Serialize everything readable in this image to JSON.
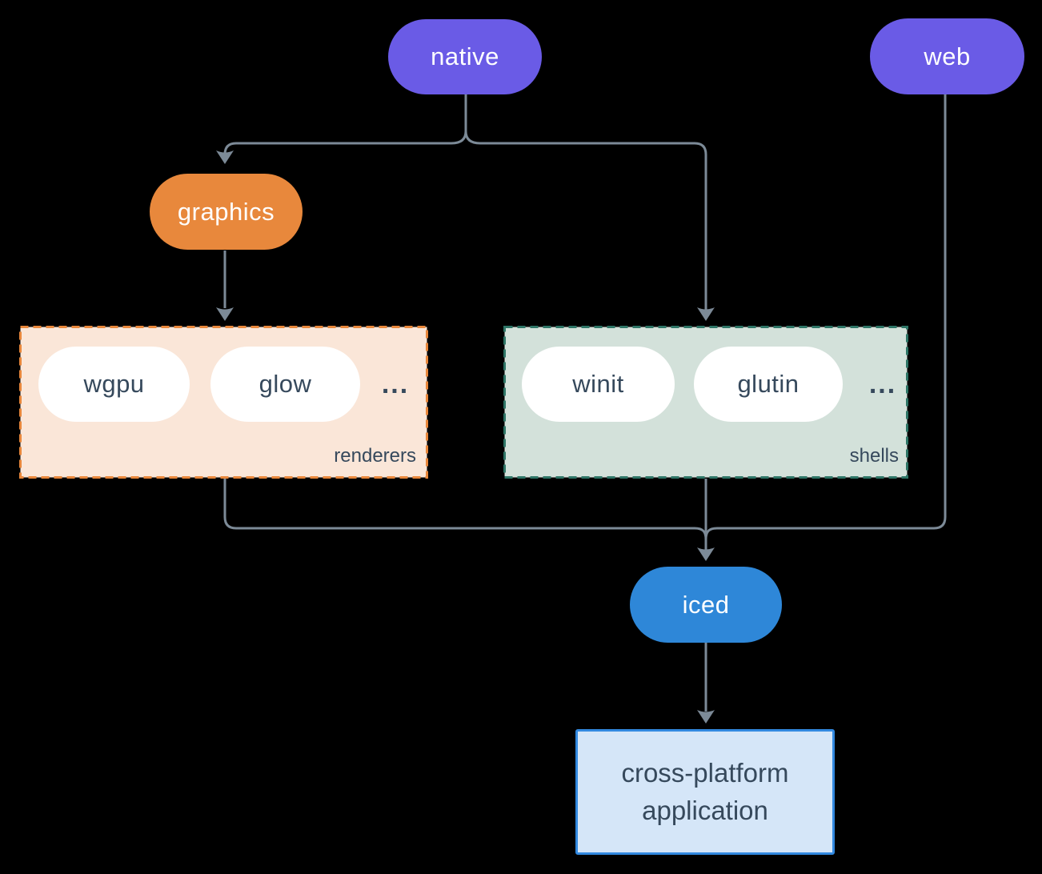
{
  "nodes": {
    "native": {
      "label": "native"
    },
    "web": {
      "label": "web"
    },
    "graphics": {
      "label": "graphics"
    },
    "wgpu": {
      "label": "wgpu"
    },
    "glow": {
      "label": "glow"
    },
    "winit": {
      "label": "winit"
    },
    "glutin": {
      "label": "glutin"
    },
    "iced": {
      "label": "iced"
    },
    "application": {
      "line1": "cross-platform",
      "line2": "application"
    }
  },
  "groups": {
    "renderers": {
      "label": "renderers",
      "more": "..."
    },
    "shells": {
      "label": "shells",
      "more": "..."
    }
  },
  "colors": {
    "background": "#000000",
    "platform_pill": "#6A5BE6",
    "graphics_pill": "#E8883C",
    "iced_pill": "#2E87D8",
    "white_pill": "#FFFFFF",
    "renderers_bg": "#FAE6D8",
    "renderers_border": "#E8873B",
    "shells_bg": "#D3E1DA",
    "shells_border": "#2E7566",
    "app_bg": "#D5E6F8",
    "app_border": "#3289E0",
    "edge": "#7C8A97",
    "dark_text": "#36495C"
  }
}
